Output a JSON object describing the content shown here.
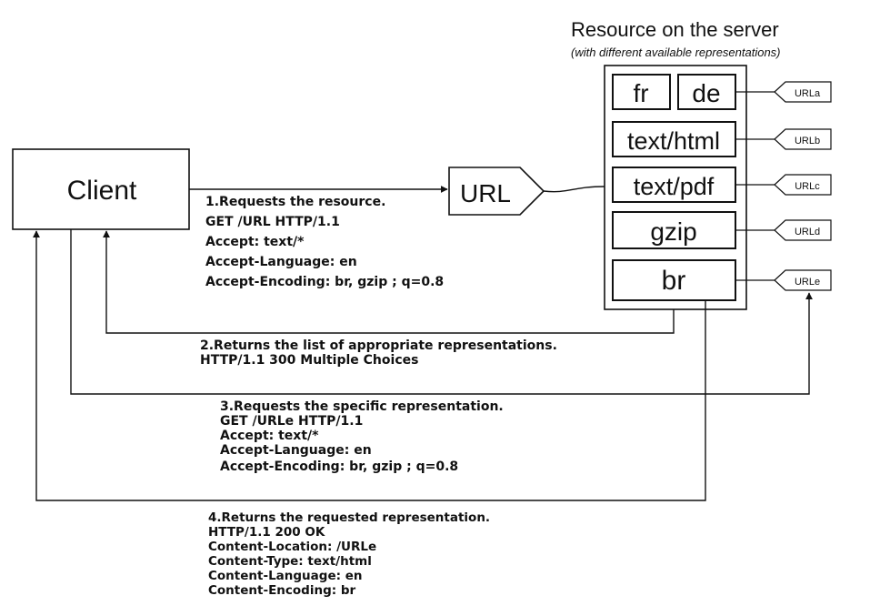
{
  "header": {
    "title": "Resource on the server",
    "subtitle": "(with different available representations)"
  },
  "client": {
    "label": "Client"
  },
  "url_tag": {
    "label": "URL"
  },
  "representations": {
    "fr": "fr",
    "de": "de",
    "text_html": "text/html",
    "text_pdf": "text/pdf",
    "gzip": "gzip",
    "br": "br"
  },
  "url_tags": [
    "URLa",
    "URLb",
    "URLc",
    "URLd",
    "URLe"
  ],
  "steps": [
    {
      "lines": [
        "1.Requests the resource.",
        "GET /URL HTTP/1.1",
        "Accept: text/*",
        "Accept-Language: en",
        "Accept-Encoding: br, gzip ; q=0.8"
      ]
    },
    {
      "lines": [
        "2.Returns the list of appropriate representations.",
        "HTTP/1.1 300 Multiple Choices"
      ]
    },
    {
      "lines": [
        "3.Requests the specific representation.",
        "GET /URLe HTTP/1.1",
        "Accept: text/*",
        "Accept-Language: en",
        "Accept-Encoding: br, gzip ; q=0.8"
      ]
    },
    {
      "lines": [
        "4.Returns the requested representation.",
        "HTTP/1.1 200 OK",
        "Content-Location: /URLe",
        "Content-Type: text/html",
        "Content-Language: en",
        "Content-Encoding: br"
      ]
    }
  ]
}
